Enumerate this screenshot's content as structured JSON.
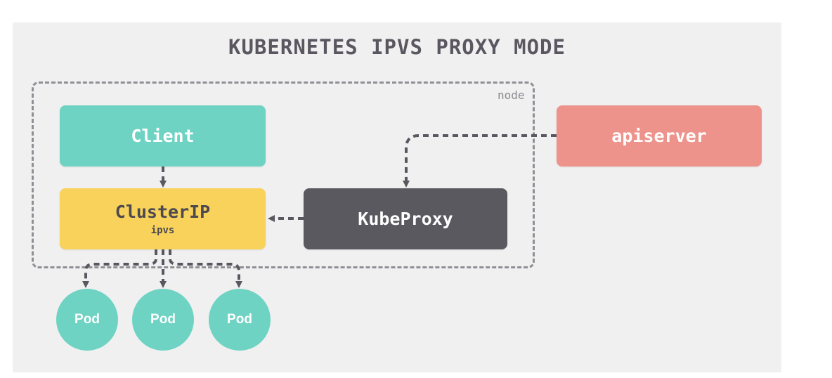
{
  "diagram": {
    "title": "KUBERNETES IPVS PROXY MODE",
    "node_label": "node",
    "client": {
      "label": "Client"
    },
    "clusterip": {
      "label": "ClusterIP",
      "sublabel": "ipvs"
    },
    "kubeproxy": {
      "label": "KubeProxy"
    },
    "apiserver": {
      "label": "apiserver"
    },
    "pods": [
      "Pod",
      "Pod",
      "Pod"
    ]
  },
  "colors": {
    "client": "#6fd3c3",
    "clusterip": "#f8d25a",
    "kubeproxy": "#5b5960",
    "apiserver": "#ee938b",
    "pod": "#6fd3c3",
    "connector": "#5a5760"
  }
}
